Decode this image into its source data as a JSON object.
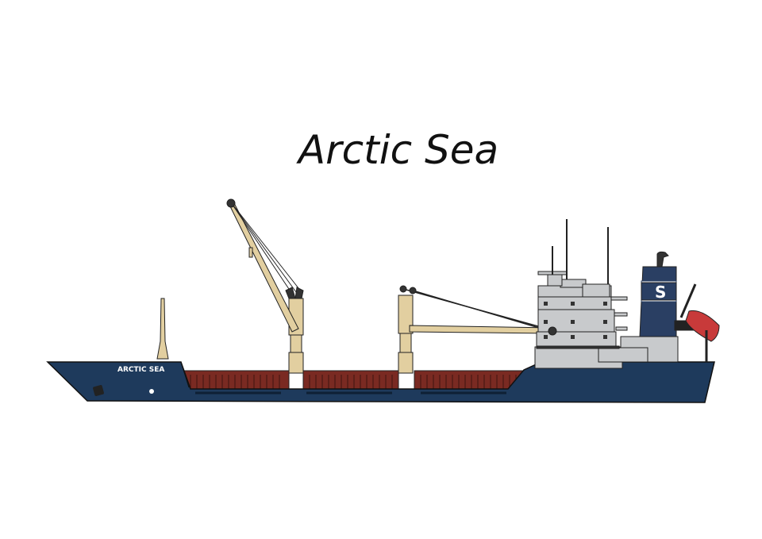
{
  "ship": {
    "title": "Arctic Sea",
    "hull_name": "ARCTIC SEA",
    "funnel_letter": "S"
  },
  "colors": {
    "hull": "#1e3a5c",
    "hull_trim": "#ffffff",
    "cargo_hatch": "#7a2a22",
    "crane": "#e2cfa0",
    "superstructure": "#c8cacc",
    "funnel": "#2a3f63",
    "lifeboat": "#c83a3a",
    "outline": "#222222"
  }
}
